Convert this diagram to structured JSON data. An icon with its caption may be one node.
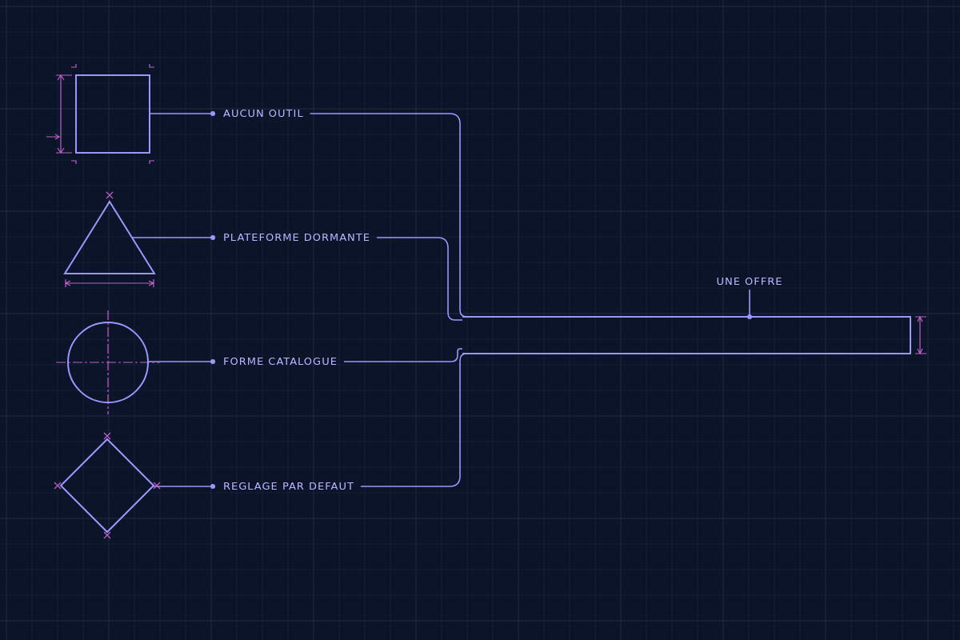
{
  "diagram": {
    "nodes": [
      {
        "text": [],
        "shape": "box"
      },
      {
        "text": [
          "AUCUN OUTIL"
        ]
      },
      {
        "text": [],
        "shape": "triangle"
      },
      {
        "text": [
          "PLATEFORME DORMANTE"
        ]
      },
      {
        "text": [],
        "shape": "circle"
      },
      {
        "text": [
          "FORME CATALOGUE"
        ]
      },
      {
        "text": [],
        "shape": "diamond"
      },
      {
        "text": [
          "REGLAGE PAR DEFAUT"
        ]
      },
      {
        "text": [],
        "shape": "bar"
      },
      {
        "text": [
          "UNE OFFRE"
        ]
      }
    ],
    "edges": [
      {
        "from": 0,
        "to": 1,
        "arrow": "other"
      },
      {
        "from": 1,
        "to": 8,
        "arrow": "none"
      },
      {
        "from": 2,
        "to": 3,
        "arrow": "other"
      },
      {
        "from": 3,
        "to": 8,
        "arrow": "none"
      },
      {
        "from": 4,
        "to": 5,
        "arrow": "other"
      },
      {
        "from": 5,
        "to": 8,
        "arrow": "none"
      },
      {
        "from": 6,
        "to": 7,
        "arrow": "other"
      },
      {
        "from": 7,
        "to": 8,
        "arrow": "none"
      },
      {
        "from": 9,
        "to": 8,
        "arrow": "other"
      }
    ]
  }
}
